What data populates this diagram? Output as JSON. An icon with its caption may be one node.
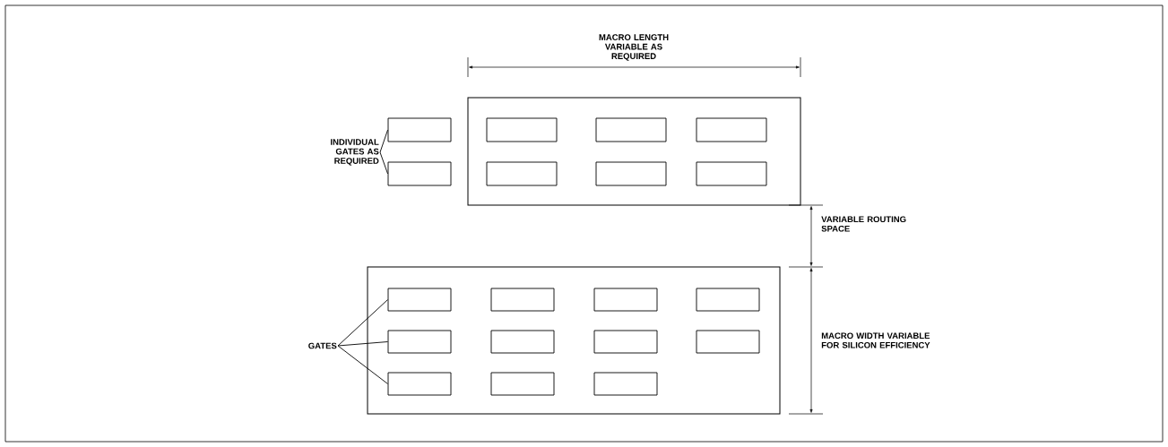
{
  "diagram": {
    "nodes": [
      {
        "text": [],
        "shape": "box"
      },
      {
        "text": [],
        "shape": "box",
        "in": 0
      },
      {
        "text": [],
        "shape": "box",
        "in": 0
      },
      {
        "text": [],
        "shape": "box",
        "in": 0
      },
      {
        "text": [],
        "shape": "box",
        "in": 0
      },
      {
        "text": [],
        "shape": "box",
        "in": 0
      },
      {
        "text": [],
        "shape": "box",
        "in": 0
      },
      {
        "text": [],
        "shape": "box"
      },
      {
        "text": [],
        "shape": "box"
      },
      {
        "text": [
          "INDIVIDUAL GATES AS REQUIRED"
        ]
      },
      {
        "text": [],
        "shape": "box"
      },
      {
        "text": [],
        "shape": "box",
        "in": 10
      },
      {
        "text": [],
        "shape": "box",
        "in": 10
      },
      {
        "text": [],
        "shape": "box",
        "in": 10
      },
      {
        "text": [],
        "shape": "box",
        "in": 10
      },
      {
        "text": [],
        "shape": "box",
        "in": 10
      },
      {
        "text": [],
        "shape": "box",
        "in": 10
      },
      {
        "text": [],
        "shape": "box",
        "in": 10
      },
      {
        "text": [],
        "shape": "box",
        "in": 10
      },
      {
        "text": [],
        "shape": "box",
        "in": 10
      },
      {
        "text": [],
        "shape": "box",
        "in": 10
      },
      {
        "text": [],
        "shape": "box",
        "in": 10
      },
      {
        "text": [
          "GATES"
        ]
      }
    ],
    "edges": [
      {
        "from": 9,
        "to": 7,
        "arrow": "none"
      },
      {
        "from": 9,
        "to": 8,
        "arrow": "none"
      },
      {
        "from": 22,
        "to": 11,
        "arrow": "none"
      },
      {
        "from": 22,
        "to": 15,
        "arrow": "none"
      },
      {
        "from": 22,
        "to": 19,
        "arrow": "none"
      }
    ],
    "labels": [
      "MACRO LENGTH VARIABLE AS REQUIRED",
      "VARIABLE ROUTING SPACE",
      "MACRO WIDTH VARIABLE FOR SILICON EFFICIENCY"
    ]
  }
}
